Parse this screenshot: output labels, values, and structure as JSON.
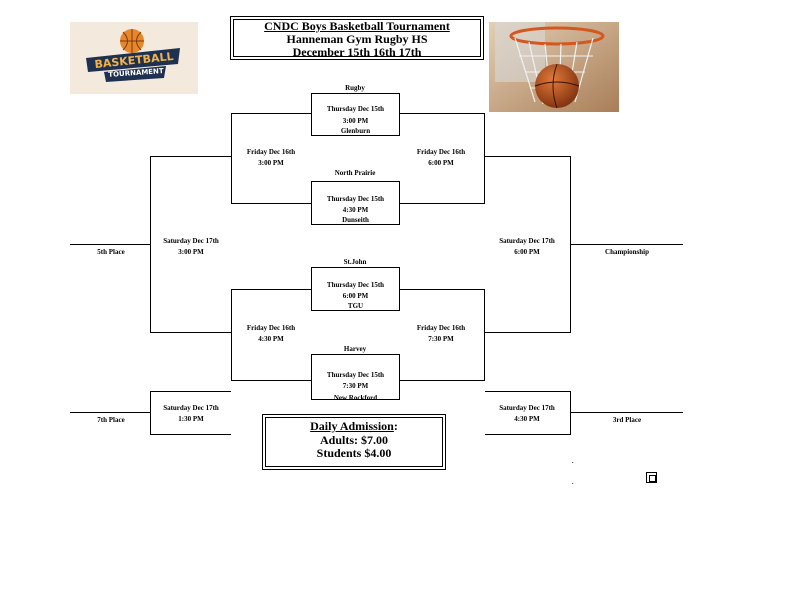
{
  "header": {
    "title": "CNDC Boys Basketball Tournament",
    "location": "Hanneman Gym Rugby HS",
    "dates": "December 15th 16th 17th"
  },
  "logo": {
    "line1": "BASKETBALL",
    "line2": "TOURNAMENT"
  },
  "first_round": [
    {
      "team_top": "Rugby",
      "day": "Thursday  Dec 15th",
      "time": "3:00 PM",
      "team_bottom": "Glenburn"
    },
    {
      "team_top": "North Prairie",
      "day": "Thursday  Dec 15th",
      "time": "4:30 PM",
      "team_bottom": "Dunseith"
    },
    {
      "team_top": "St.John",
      "day": "Thursday  Dec 15th",
      "time": "6:00 PM",
      "team_bottom": "TGU"
    },
    {
      "team_top": "Harvey",
      "day": "Thursday  Dec 15th",
      "time": "7:30 PM",
      "team_bottom": "New Rockford"
    }
  ],
  "second_round": [
    {
      "day": "Friday  Dec 16th",
      "time": "3:00 PM"
    },
    {
      "day": "Friday  Dec 16th",
      "time": "6:00 PM"
    },
    {
      "day": "Friday  Dec 16th",
      "time": "4:30 PM"
    },
    {
      "day": "Friday  Dec 16th",
      "time": "7:30 PM"
    }
  ],
  "saturday": [
    {
      "day": "Saturday  Dec 17th",
      "time": "3:00 PM"
    },
    {
      "day": "Saturday  Dec 17th",
      "time": "6:00 PM"
    },
    {
      "day": "Saturday  Dec 17th",
      "time": "1:30 PM"
    },
    {
      "day": "Saturday  Dec 17th",
      "time": "4:30 PM"
    }
  ],
  "placements": {
    "fifth": "5th Place",
    "championship": "Championship",
    "seventh": "7th Place",
    "third": "3rd Place"
  },
  "admission": {
    "heading": "Daily Admission",
    "heading_suffix": ":",
    "adults": "Adults: $7.00",
    "students": "Students $4.00"
  },
  "misc": {
    "dot": "."
  },
  "colors": {
    "line": "#000000",
    "logo_bg": "#f2e7d8",
    "logo_navy": "#1f3150",
    "logo_orange": "#e8872a",
    "rim": "#d4571f"
  }
}
